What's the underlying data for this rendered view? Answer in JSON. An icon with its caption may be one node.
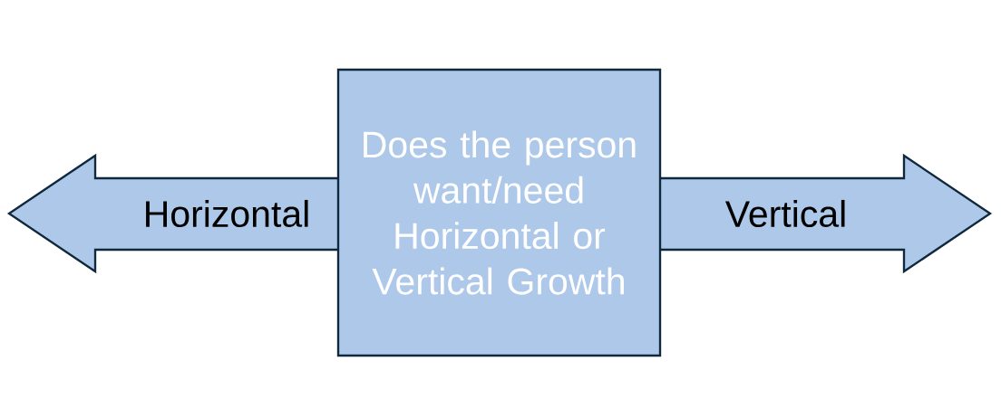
{
  "diagram": {
    "nodes": [
      {
        "text": [
          "Horizontal"
        ]
      },
      {
        "text": [
          "Does the person want/need Horizontal or Vertical Growth"
        ]
      },
      {
        "text": [
          "Vertical"
        ]
      }
    ]
  }
}
